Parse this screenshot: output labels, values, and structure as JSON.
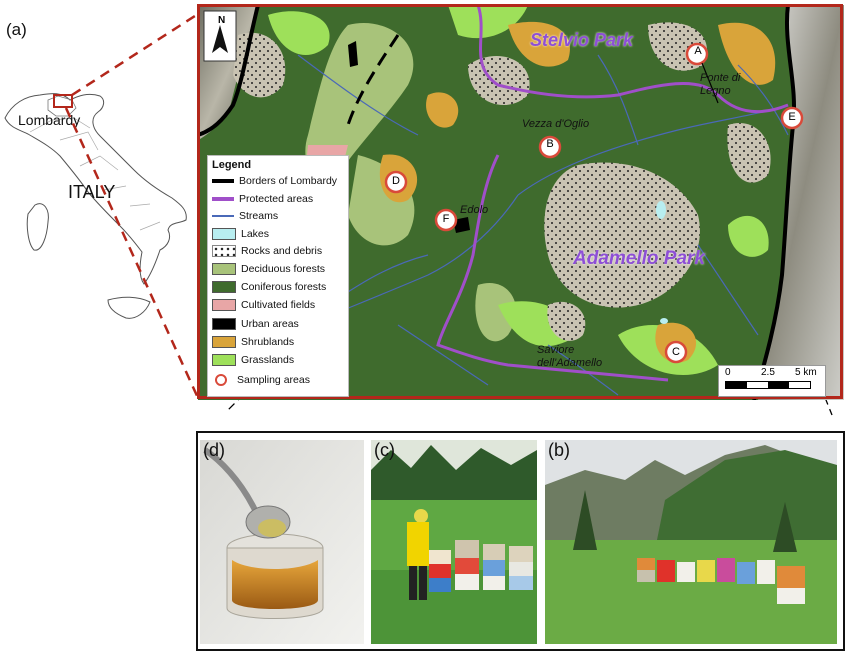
{
  "panel_labels": {
    "a": "(a)",
    "b": "(b)",
    "c": "(c)",
    "d": "(d)"
  },
  "inset_map": {
    "region_label": "Lombardy",
    "country_label": "ITALY"
  },
  "map": {
    "park_labels": {
      "stelvio": "Stelvio Park",
      "adamello": "Adamello Park"
    },
    "place_labels": {
      "ponte": "Ponte di\nLegno",
      "vezza": "Vezza d'Oglio",
      "edolo": "Edolo",
      "saviore": "Saviore\ndell'Adamello"
    },
    "sampling_sites": [
      "A",
      "B",
      "C",
      "D",
      "E",
      "F"
    ],
    "north_label": "N",
    "scale": {
      "ticks": [
        "0",
        "2.5",
        "5 km"
      ]
    },
    "colors": {
      "frame": "#b3271b",
      "protected": "#a04fc9",
      "park_text": "#8e4fd6",
      "streams": "#4a69b8",
      "coniferous": "#3f6b2d",
      "deciduous": "#a8c37a",
      "grassland": "#9ee05a",
      "shrubland": "#d9a43a",
      "rocks": "#c9c3b2",
      "cultivated": "#e8a6a6",
      "urban": "#000000",
      "lakes": "#b8eef0"
    }
  },
  "legend": {
    "title": "Legend",
    "items": [
      {
        "label": "Borders of Lombardy",
        "type": "line",
        "color": "#000000"
      },
      {
        "label": "Protected areas",
        "type": "line",
        "color": "#a04fc9"
      },
      {
        "label": "Streams",
        "type": "line",
        "color": "#4a69b8"
      },
      {
        "label": "Lakes",
        "type": "box",
        "color": "#b8eef0"
      },
      {
        "label": "Rocks and debris",
        "type": "dots",
        "color": "#ffffff"
      },
      {
        "label": "Deciduous forests",
        "type": "box",
        "color": "#a8c37a"
      },
      {
        "label": "Coniferous forests",
        "type": "box",
        "color": "#3f6b2d"
      },
      {
        "label": "Cultivated fields",
        "type": "box",
        "color": "#e8a6a6"
      },
      {
        "label": "Urban areas",
        "type": "box",
        "color": "#000000"
      },
      {
        "label": "Shrublands",
        "type": "box",
        "color": "#d9a43a"
      },
      {
        "label": "Grasslands",
        "type": "box",
        "color": "#9ee05a"
      },
      {
        "label": "Sampling areas",
        "type": "circle",
        "color": "#d94a3a"
      }
    ]
  }
}
